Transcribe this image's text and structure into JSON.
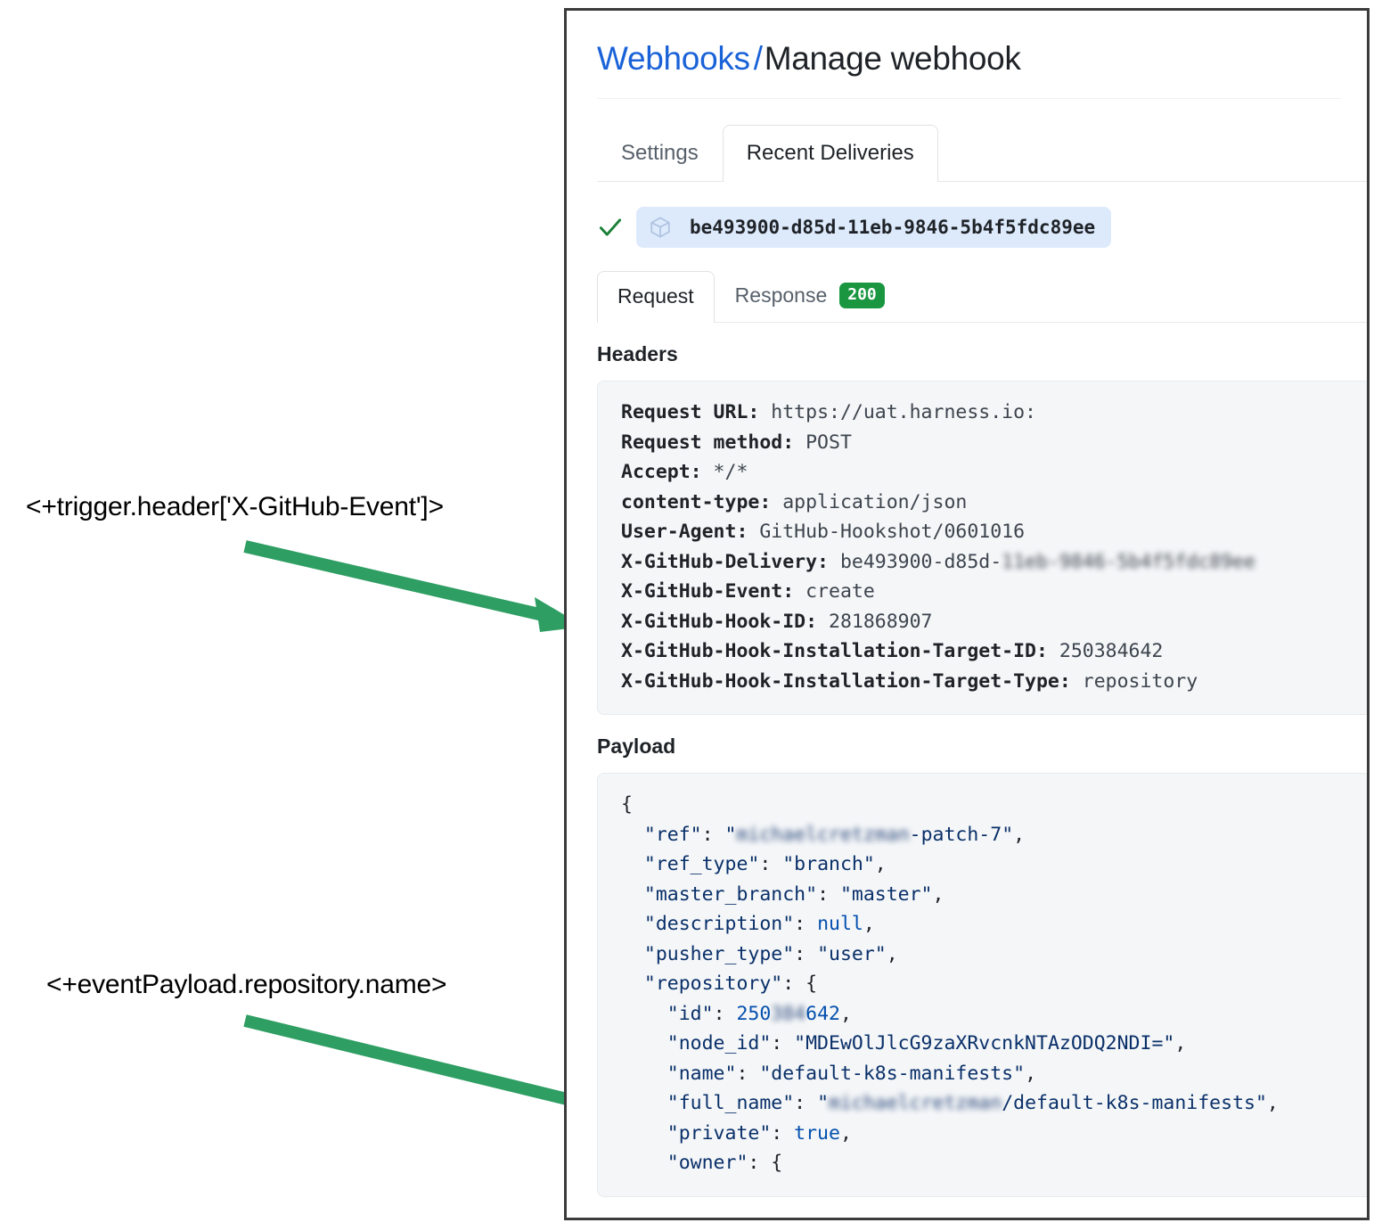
{
  "annotations": [
    {
      "text": "<+trigger.header['X-GitHub-Event']>",
      "arrow_color": "#2e9e63"
    },
    {
      "text": "<+eventPayload.repository.name>",
      "arrow_color": "#2e9e63"
    }
  ],
  "panel": {
    "title": {
      "link": "Webhooks",
      "separator": "/",
      "current": "Manage webhook"
    },
    "outer_tabs": [
      {
        "label": "Settings",
        "active": false
      },
      {
        "label": "Recent Deliveries",
        "active": true
      }
    ],
    "delivery": {
      "status_icon": "check-icon",
      "package_icon": "cube-icon",
      "id": "be493900-d85d-11eb-9846-5b4f5fdc89ee"
    },
    "inner_tabs": [
      {
        "label": "Request",
        "active": true,
        "badge": ""
      },
      {
        "label": "Response",
        "active": false,
        "badge": "200"
      }
    ],
    "badge_color": "#1a9641",
    "headers_section": {
      "heading": "Headers",
      "rows": [
        {
          "key": "Request URL:",
          "value": "https://uat.harness.io:",
          "redacted": ""
        },
        {
          "key": "Request method:",
          "value": "POST",
          "redacted": ""
        },
        {
          "key": "Accept:",
          "value": "*/*",
          "redacted": ""
        },
        {
          "key": "content-type:",
          "value": "application/json",
          "redacted": ""
        },
        {
          "key": "User-Agent:",
          "value": "GitHub-Hookshot/0601016",
          "redacted": ""
        },
        {
          "key": "X-GitHub-Delivery:",
          "value": "be493900-d85d-",
          "redacted": "11eb-9846-5b4f5fdc89ee"
        },
        {
          "key": "X-GitHub-Event:",
          "value": "create",
          "redacted": ""
        },
        {
          "key": "X-GitHub-Hook-ID:",
          "value": "281868907",
          "redacted": ""
        },
        {
          "key": "X-GitHub-Hook-Installation-Target-ID:",
          "value": "250384642",
          "redacted": ""
        },
        {
          "key": "X-GitHub-Hook-Installation-Target-Type:",
          "value": "repository",
          "redacted": ""
        }
      ]
    },
    "payload_section": {
      "heading": "Payload",
      "lines": [
        {
          "indent": 0,
          "parts": [
            {
              "t": "punc",
              "s": "{"
            }
          ]
        },
        {
          "indent": 1,
          "parts": [
            {
              "t": "key",
              "s": "\"ref\""
            },
            {
              "t": "punc",
              "s": ": "
            },
            {
              "t": "str",
              "s": "\""
            },
            {
              "t": "redact",
              "s": "michaelcretzman"
            },
            {
              "t": "str",
              "s": "-patch-7\""
            },
            {
              "t": "punc",
              "s": ","
            }
          ]
        },
        {
          "indent": 1,
          "parts": [
            {
              "t": "key",
              "s": "\"ref_type\""
            },
            {
              "t": "punc",
              "s": ": "
            },
            {
              "t": "str",
              "s": "\"branch\""
            },
            {
              "t": "punc",
              "s": ","
            }
          ]
        },
        {
          "indent": 1,
          "parts": [
            {
              "t": "key",
              "s": "\"master_branch\""
            },
            {
              "t": "punc",
              "s": ": "
            },
            {
              "t": "str",
              "s": "\"master\""
            },
            {
              "t": "punc",
              "s": ","
            }
          ]
        },
        {
          "indent": 1,
          "parts": [
            {
              "t": "key",
              "s": "\"description\""
            },
            {
              "t": "punc",
              "s": ": "
            },
            {
              "t": "lit",
              "s": "null"
            },
            {
              "t": "punc",
              "s": ","
            }
          ]
        },
        {
          "indent": 1,
          "parts": [
            {
              "t": "key",
              "s": "\"pusher_type\""
            },
            {
              "t": "punc",
              "s": ": "
            },
            {
              "t": "str",
              "s": "\"user\""
            },
            {
              "t": "punc",
              "s": ","
            }
          ]
        },
        {
          "indent": 1,
          "parts": [
            {
              "t": "key",
              "s": "\"repository\""
            },
            {
              "t": "punc",
              "s": ": {"
            }
          ]
        },
        {
          "indent": 2,
          "parts": [
            {
              "t": "key",
              "s": "\"id\""
            },
            {
              "t": "punc",
              "s": ": "
            },
            {
              "t": "num",
              "s": "250"
            },
            {
              "t": "redact",
              "s": "384"
            },
            {
              "t": "num",
              "s": "642"
            },
            {
              "t": "punc",
              "s": ","
            }
          ]
        },
        {
          "indent": 2,
          "parts": [
            {
              "t": "key",
              "s": "\"node_id\""
            },
            {
              "t": "punc",
              "s": ": "
            },
            {
              "t": "str",
              "s": "\"MDEwOlJlcG9zaXRvcnkNTAzODQ2NDI=\""
            },
            {
              "t": "punc",
              "s": ","
            }
          ]
        },
        {
          "indent": 2,
          "parts": [
            {
              "t": "key",
              "s": "\"name\""
            },
            {
              "t": "punc",
              "s": ": "
            },
            {
              "t": "str",
              "s": "\"default-k8s-manifests\""
            },
            {
              "t": "punc",
              "s": ","
            }
          ]
        },
        {
          "indent": 2,
          "parts": [
            {
              "t": "key",
              "s": "\"full_name\""
            },
            {
              "t": "punc",
              "s": ": "
            },
            {
              "t": "str",
              "s": "\""
            },
            {
              "t": "redact",
              "s": "michaelcretzman"
            },
            {
              "t": "str",
              "s": "/default-k8s-manifests\""
            },
            {
              "t": "punc",
              "s": ","
            }
          ]
        },
        {
          "indent": 2,
          "parts": [
            {
              "t": "key",
              "s": "\"private\""
            },
            {
              "t": "punc",
              "s": ": "
            },
            {
              "t": "lit",
              "s": "true"
            },
            {
              "t": "punc",
              "s": ","
            }
          ]
        },
        {
          "indent": 2,
          "parts": [
            {
              "t": "key",
              "s": "\"owner\""
            },
            {
              "t": "punc",
              "s": ": {"
            }
          ]
        }
      ]
    }
  }
}
